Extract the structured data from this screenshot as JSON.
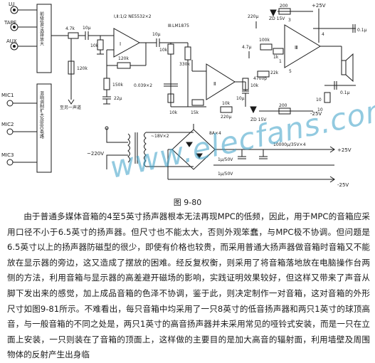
{
  "figure": {
    "caption": "图  9-80",
    "watermark": "www.elecfans.com",
    "labels": {
      "in_lu": "LU",
      "in_tape": "TAPE",
      "in_aux": "AUX",
      "mic1": "MIC1",
      "mic2": "MIC2",
      "mic3": "MIC3",
      "selector_block": "前级信号选择放大",
      "bbd_block": "混响调制扩大及BBD电路",
      "ic1_top": "Ⅰ,Ⅱ:1/2 NE5532×2",
      "ic3_top": "Ⅲ:LM1875",
      "op1": "Ⅰ",
      "op2": "Ⅱ",
      "op3": "Ⅲ",
      "res_4k7": "4.7k",
      "cap_10u_a": "10μ",
      "res_10k_a": "10k",
      "res_120k_a": "120k",
      "res_120k_b": "120k",
      "res_150k": "150k",
      "cap_22u": "22μ",
      "cap_10u_b": "10μ",
      "res_330k": "330k",
      "res_10k_b": "10k",
      "cap_0039": "0.039×2",
      "res_10k_c": "10k",
      "res_15k": "15k",
      "res_10k_d": "10k",
      "cap_10u_c": "10μ",
      "res_10k_e": "10k",
      "cap_4700p": "4700p",
      "cap_220u_a": "220μ",
      "zd_a": "ZD 15V",
      "res_200_a": "200",
      "res_200_b": "200",
      "cap_47u": "4.7μ",
      "res_100k": "100k",
      "res_1k": "1k",
      "cap_01u_a": "0.1μ",
      "cap_01u_b": "0.1μ",
      "res_22k": "22k",
      "cap_220u_b": "220μ",
      "zd_b": "ZD 15V",
      "res_10_a": "10",
      "res_10_b": "10",
      "pin3": "3",
      "pin4": "4",
      "pin5": "5",
      "pin1": "1",
      "vplus_top": "+25V",
      "vminus_bot": "-25V",
      "other_ch": "至另一声道",
      "mains": "~220V",
      "secondary": "~18V×2",
      "bridge": "8A×4",
      "filter_caps": "10000μ/35V×4",
      "c_1u_a": "1μ/50V",
      "c_1u_b": "1μ/50V",
      "psu_plus": "+25V",
      "psu_minus": "-25V"
    }
  },
  "body": {
    "paragraph": "由于普通多媒体音箱的4至5英寸扬声器根本无法再现MPC的低频，因此，用于MPC的音箱应采用口径不小于6.5英寸的扬声器。但尺寸也不能太大，否则外观笨蠢，与MPC极不协调。但问题是6.5英寸以上的扬声器防磁型的很少，即使有价格也较贵，而采用普通大扬声器做音箱时音箱又不能放在显示器的旁边，这又造成了摆放的困难。经反复权衡，则采用了将音箱落地放在电脑操作台两侧的方法，利用音箱与显示器的高差避开磁场的影响，实践证明效果较好，但这样又带来了声音从脚下发出来的感觉，加上成品音箱的色泽不协调，鉴于此，则决定制作一对音箱，这对音箱的外形尺寸如图9-81所示。不难看出，每只音箱中均采用了一只8英寸的低音扬声器和两只1英寸的球顶高音，与一般音箱的不同之处是，两只1英寸的高音扬声器并未采用常见的哑铃式安装，而是一只在立面上安装，一只则装在了音箱的顶面上，这样做的主要目的是加大高音的辐射面，利用墙壁及周围物体的反射产生出身临"
  }
}
